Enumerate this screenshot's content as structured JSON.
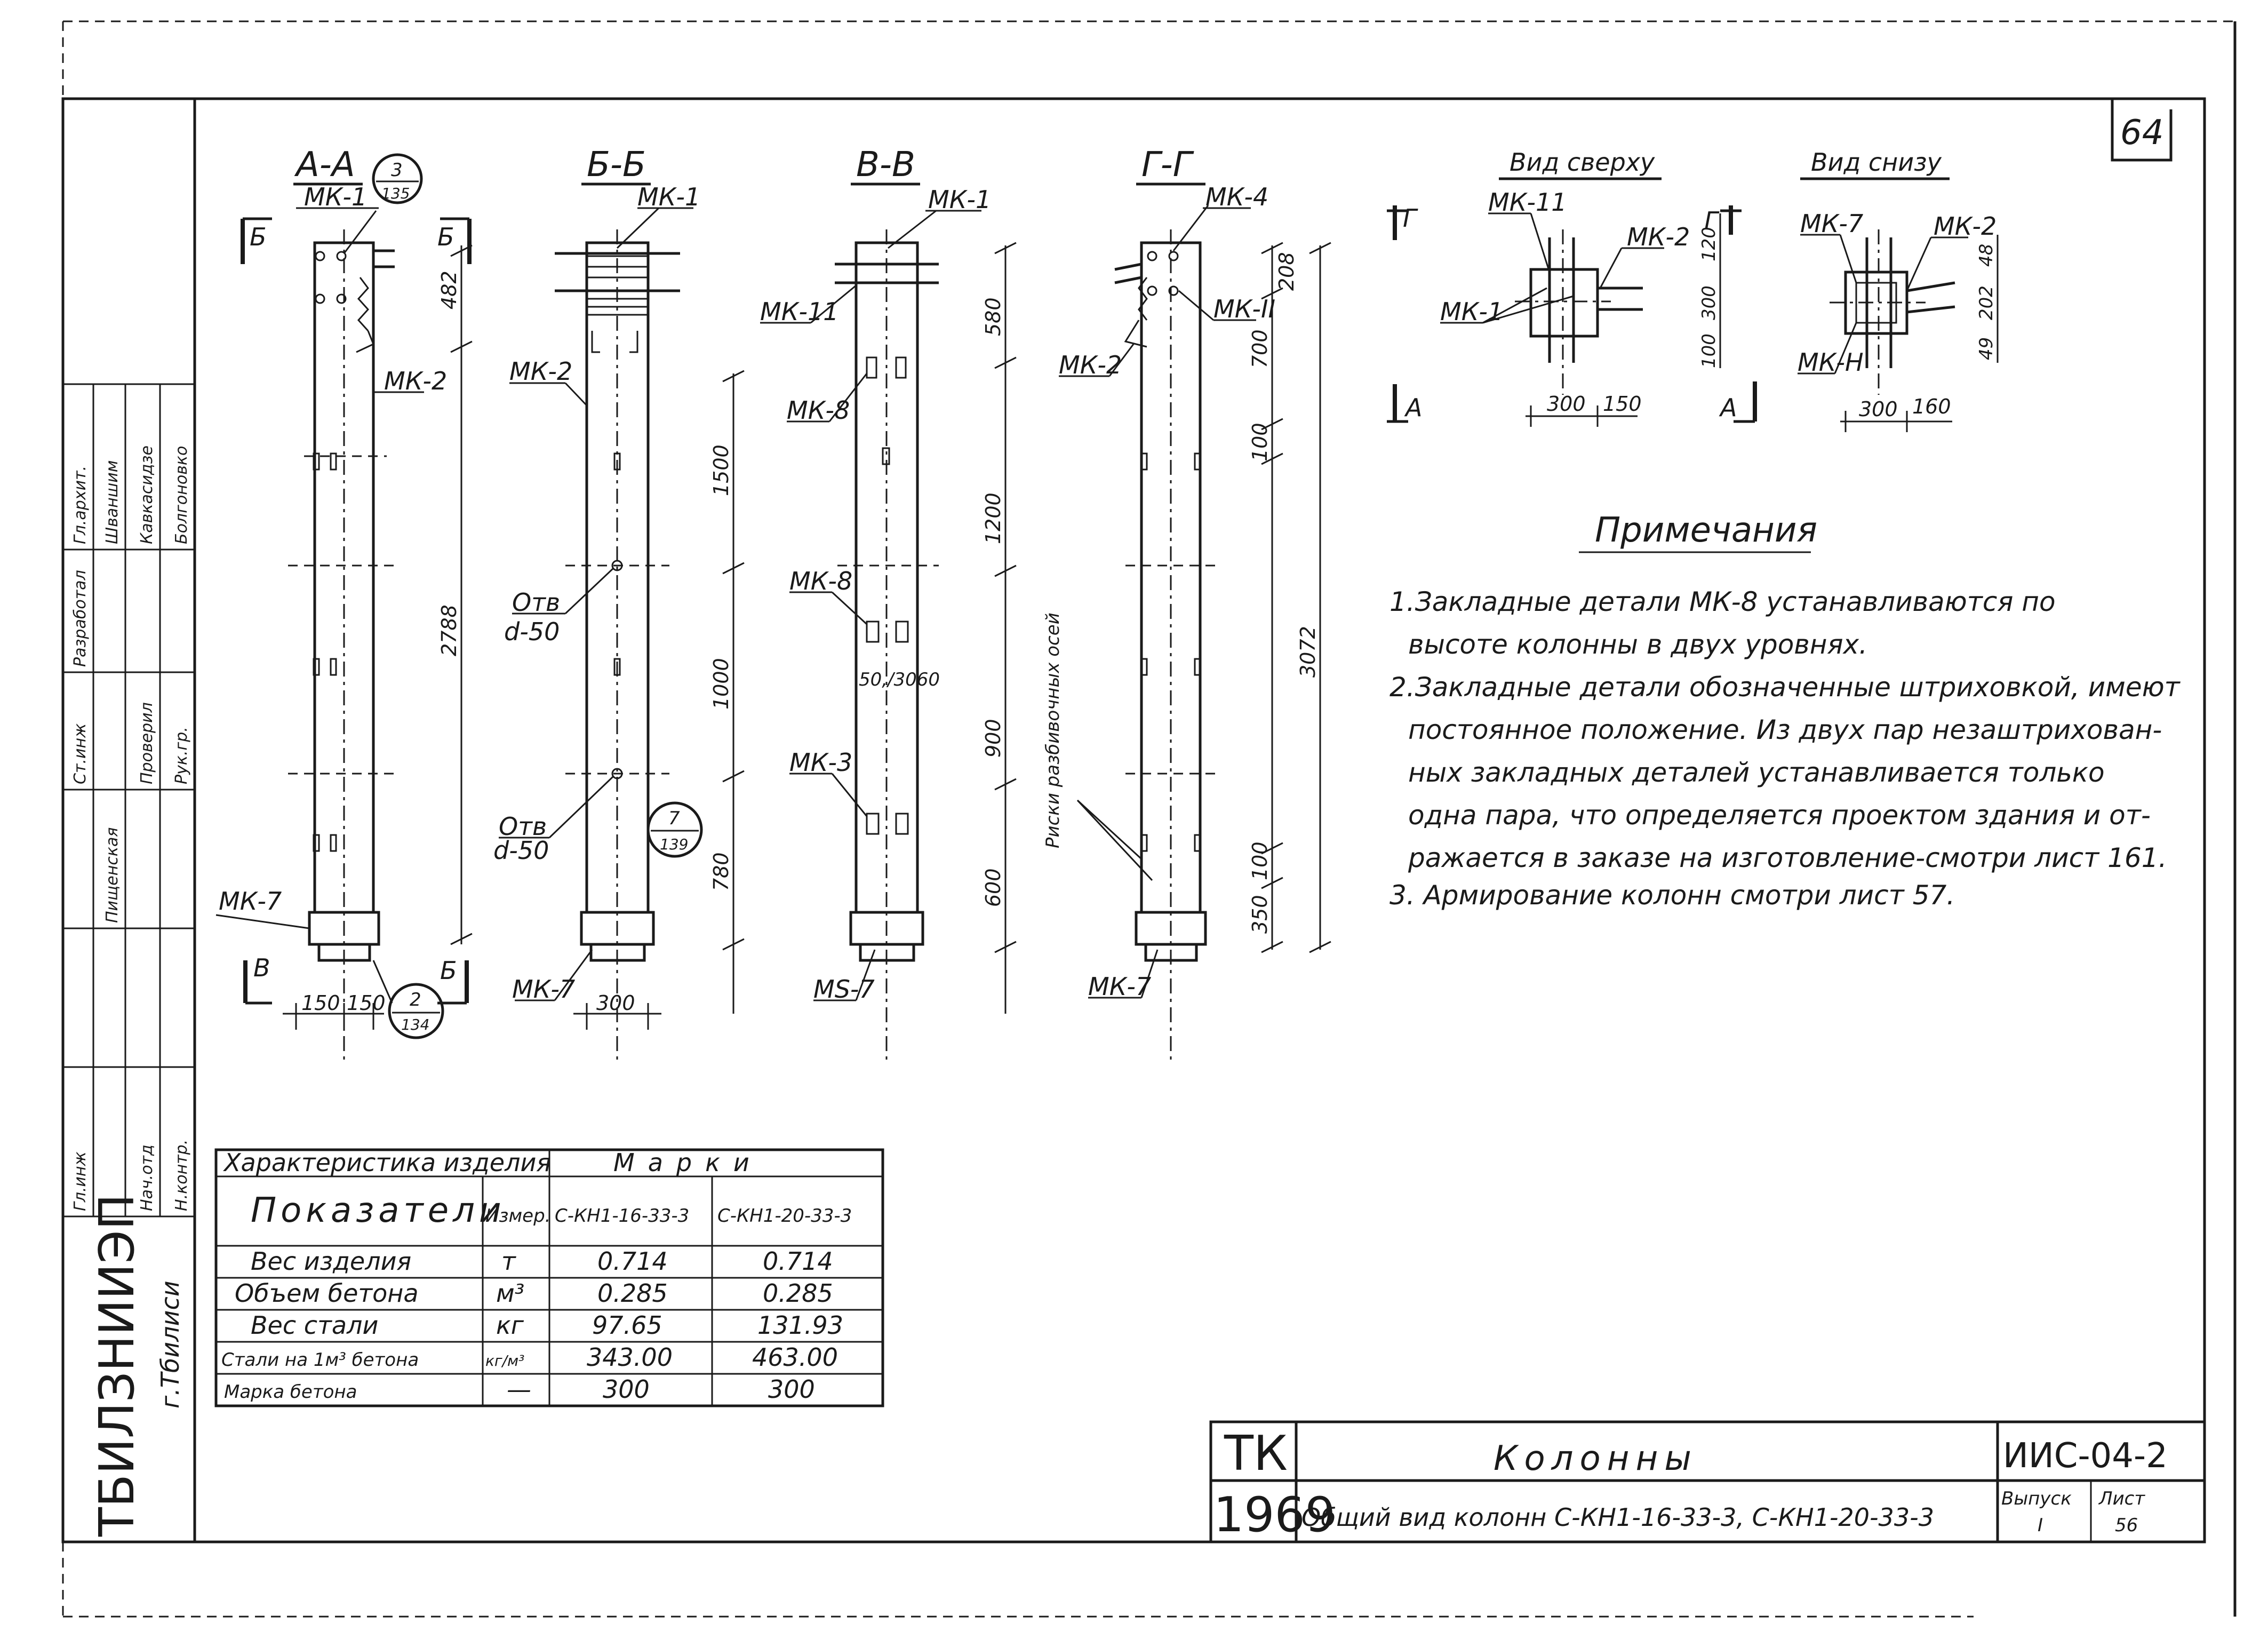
{
  "sheet_number": "64",
  "sections": {
    "a": "А-А",
    "b": "Б-Б",
    "v": "В-В",
    "g": "Г-Г"
  },
  "top_views": {
    "top_label": "Вид сверху",
    "bottom_label": "Вид снизу"
  },
  "section_marks": {
    "b": "Б",
    "a": "А",
    "v": "В",
    "g": "Г",
    "r": "Г"
  },
  "callouts": {
    "c1_num": "3",
    "c1_sheet": "135",
    "c2_num": "2",
    "c2_sheet": "134",
    "c3_num": "7",
    "c3_sheet": "139"
  },
  "parts": {
    "mk1": "МК-1",
    "mk2": "МК-2",
    "mk7": "МК-7",
    "mk8": "МК-8",
    "mk11": "МК-11",
    "mk4": "МК-4",
    "mk11b": "МК-II",
    "ms7": "МS-7",
    "mk3": "МК-3",
    "mkn": "МК-Н"
  },
  "holes": {
    "hole1": "Отв",
    "hole1_d": "d-50",
    "hole2": "Отв",
    "hole2_d": "d-50"
  },
  "dims": {
    "d482": "482",
    "d2788": "2788",
    "d150a": "150",
    "d150b": "150",
    "d300a": "300",
    "d1500": "1500",
    "d1000": "1000",
    "d780": "780",
    "d580": "580",
    "d1200": "1200",
    "d900": "900",
    "d600": "600",
    "d50_60": "50,/3060",
    "d208": "208",
    "d700": "700",
    "d100a": "100",
    "d3072": "3072",
    "d350": "350",
    "d100b": "100",
    "tv_300": "300",
    "tv_150": "150",
    "tv_120": "120",
    "tv_300v": "300",
    "tv_100": "100",
    "bv_300": "300",
    "bv_160": "160",
    "bv_48": "48",
    "bv_202": "202",
    "bv_49": "49"
  },
  "marks_axis": "Риски разбивочных осей",
  "notes": {
    "title": "Примечания",
    "n1a": "1.Закладные детали МК-8 устанавливаются по",
    "n1b": "высоте колонны в двух уровнях.",
    "n2a": "2.Закладные детали обозначенные штриховкой, имеют",
    "n2b": "постоянное положение. Из двух пар незаштрихован-",
    "n2c": "ных закладных деталей устанавливается только",
    "n2d": "одна пара, что определяется проектом здания и от-",
    "n2e": "ражается в заказе на изготовление-смотри лист 161.",
    "n3": "3. Армирование колонн смотри лист 57."
  },
  "table": {
    "h_char": "Характеристика изделия",
    "h_marks": "Марки",
    "h_ind": "Показатели",
    "h_unit": "Измер.",
    "h_m1": "С-КН1-16-33-3",
    "h_m2": "С-КН1-20-33-3",
    "rows": [
      {
        "name": "Вес изделия",
        "unit": "т",
        "v1": "0.714",
        "v2": "0.714"
      },
      {
        "name": "Объем бетона",
        "unit": "м³",
        "v1": "0.285",
        "v2": "0.285"
      },
      {
        "name": "Вес стали",
        "unit": "кг",
        "v1": "97.65",
        "v2": "131.93"
      },
      {
        "name": "Стали на 1м³ бетона",
        "unit": "кг/м³",
        "v1": "343.00",
        "v2": "463.00"
      },
      {
        "name": "Марка бетона",
        "unit": "—",
        "v1": "300",
        "v2": "300"
      }
    ]
  },
  "title_block": {
    "tk": "ТК",
    "year": "1969",
    "name": "Колонны",
    "subtitle": "Общий вид колонн С-КН1-16-33-3, С-КН1-20-33-3",
    "code": "ИИС-04-2",
    "issue_label": "Выпуск",
    "issue": "I",
    "sheet_label": "Лист",
    "sheet": "56"
  },
  "org": {
    "name": "ТБИЛЗНИИЭП",
    "city": "г.Тбилиси"
  },
  "stamp": {
    "row1": [
      "Гл.инж",
      "Ст.инж",
      "Разработал",
      "Гл.архит."
    ],
    "row2": [
      "Шваншим",
      "Кавкасидзе",
      "Болгоновко",
      "Пищенская"
    ],
    "row3": [
      "Нач.отд",
      "Проверил",
      "Рук.гр.",
      "Н.контр."
    ]
  }
}
